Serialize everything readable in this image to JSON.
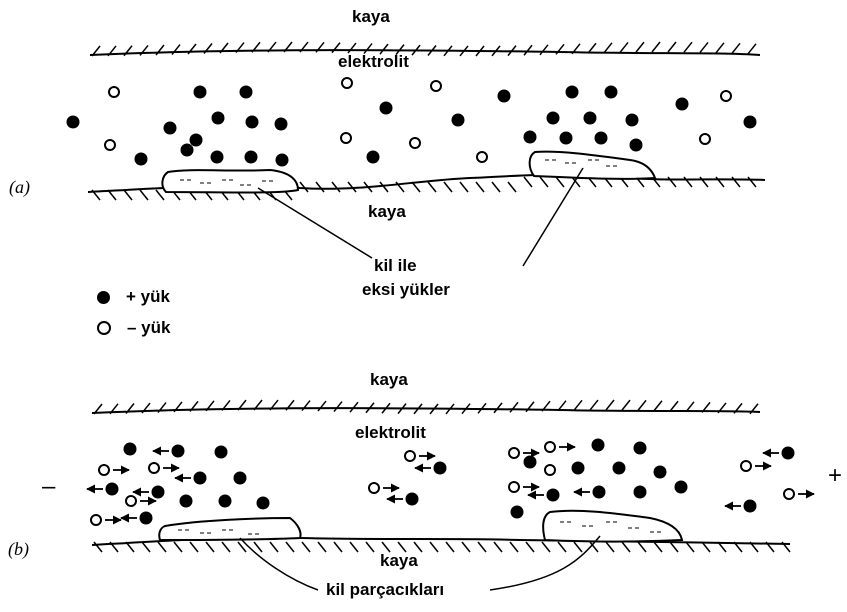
{
  "panel_a": {
    "panel_label": "(a)",
    "top_rock": "kaya",
    "electrolyte": "elektrolit",
    "bottom_rock": "kaya",
    "clay_label_line1": "kil ile",
    "clay_label_line2": "eksi yükler"
  },
  "legend": {
    "positive": "+ yük",
    "negative": "– yük"
  },
  "panel_b": {
    "panel_label": "(b)",
    "top_rock": "kaya",
    "electrolyte": "elektrolit",
    "bottom_rock": "kaya",
    "clay_label": "kil parçacıkları",
    "left_electrode": "–",
    "right_electrode": "+"
  },
  "colors": {
    "ink": "#000000",
    "background": "#ffffff"
  }
}
